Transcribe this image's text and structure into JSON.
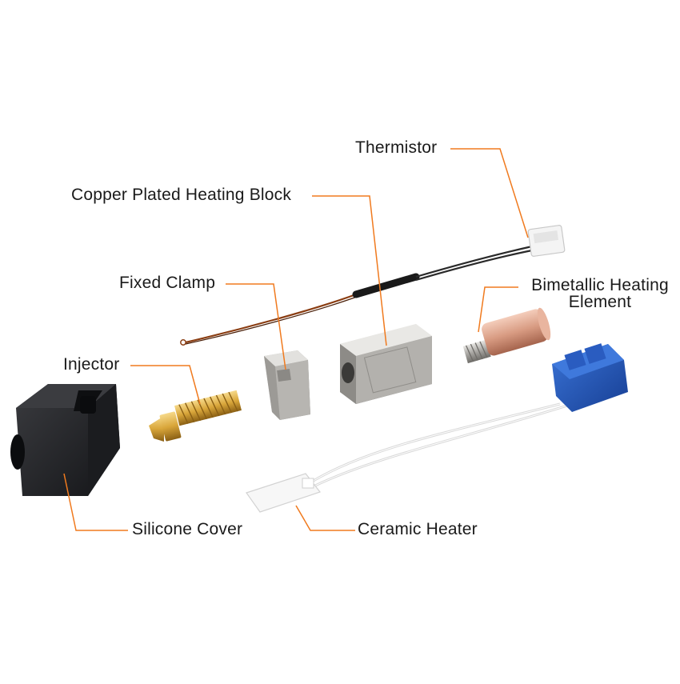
{
  "colors": {
    "leader": "#f07a1e",
    "silicone": "#222326",
    "brass": "#d9a63a",
    "steel": "#a7a5a1",
    "copper": "#d89b82",
    "blue_connector": "#1e4fb0",
    "white_connector": "#f2f2f2",
    "ceramic": "#f5f5f5"
  },
  "labels": {
    "thermistor": "Thermistor",
    "heating_block": "Copper Plated Heating Block",
    "fixed_clamp": "Fixed Clamp",
    "bimetallic_line1": "Bimetallic Heating",
    "bimetallic_line2": "Element",
    "injector": "Injector",
    "silicone_cover": "Silicone Cover",
    "ceramic_heater": "Ceramic Heater"
  }
}
